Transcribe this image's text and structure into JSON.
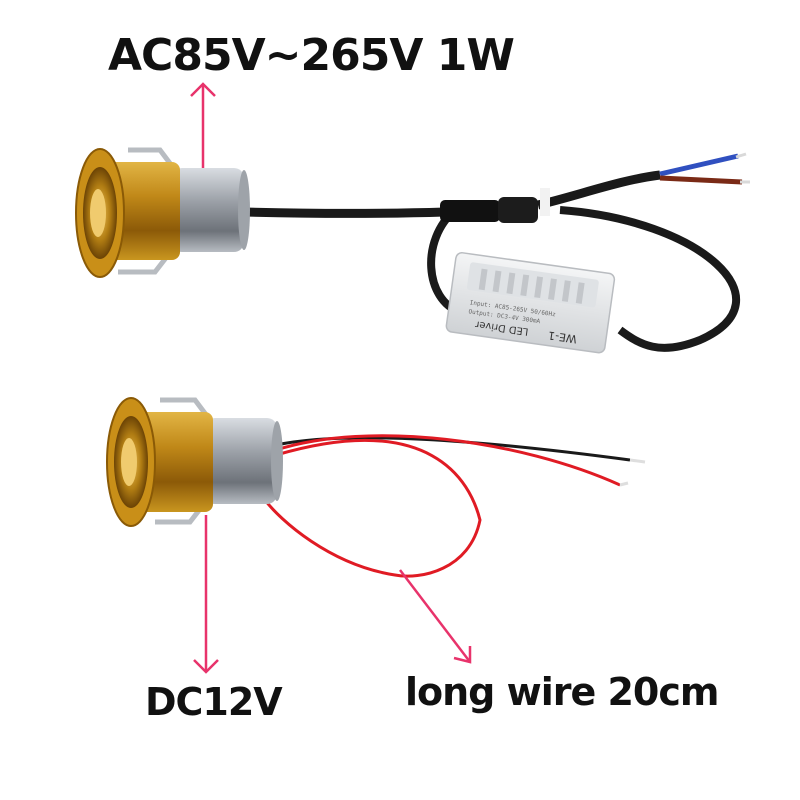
{
  "labels": {
    "ac_spec": "AC85V~265V 1W",
    "dc_spec": "DC12V",
    "wire_spec": "long wire 20cm"
  },
  "driver": {
    "text_lines": [
      "LED Driver",
      "WE-1"
    ]
  },
  "colors": {
    "arrow": "#e8336b",
    "gold": "#c8901c",
    "steel": "#a9adb3",
    "cable_black": "#1a1a1a",
    "wire_red": "#e01b24",
    "wire_blue": "#3050c0",
    "driver_body": "#e6e8ea"
  }
}
